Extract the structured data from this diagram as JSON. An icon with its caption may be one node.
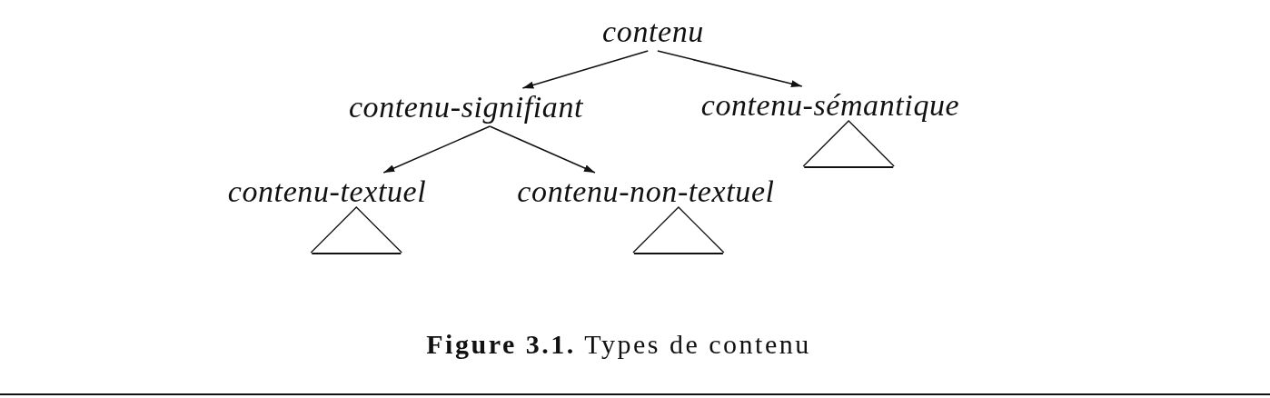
{
  "diagram": {
    "caption": "**Figure 3.1.** Types de contenu",
    "nodes": [
      {
        "text": [
          "contenu"
        ]
      },
      {
        "text": [
          "contenu-signifiant"
        ]
      },
      {
        "text": [
          "contenu-sémantique"
        ]
      },
      {
        "text": [
          "contenu-textuel"
        ]
      },
      {
        "text": [
          "contenu-non-textuel"
        ]
      }
    ],
    "edges": [
      {
        "from": 0,
        "to": 1,
        "arrow": "to"
      },
      {
        "from": 0,
        "to": 2,
        "arrow": "to"
      },
      {
        "from": 1,
        "to": 3,
        "arrow": "to"
      },
      {
        "from": 1,
        "to": 4,
        "arrow": "to"
      }
    ]
  }
}
